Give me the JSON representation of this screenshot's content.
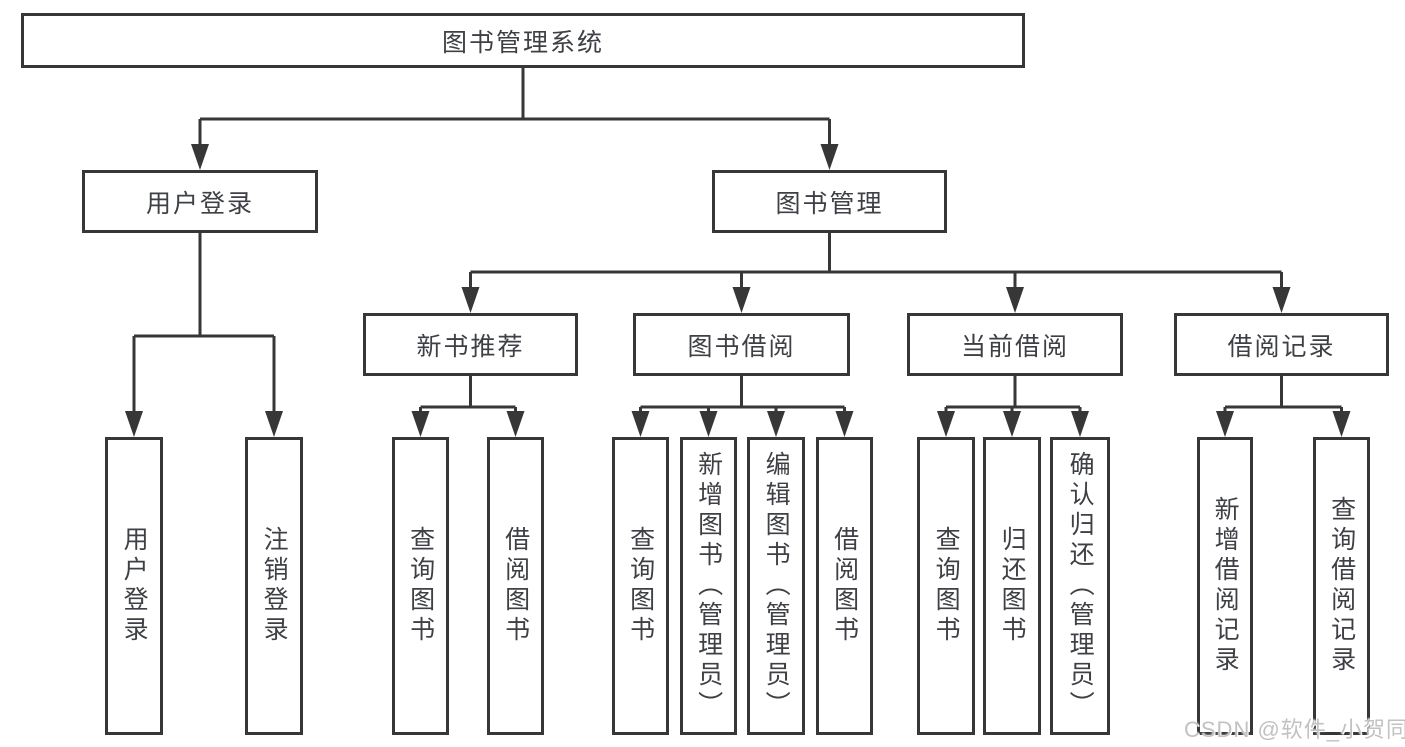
{
  "diagram": {
    "title": "图书管理系统",
    "nodes": [
      {
        "id": "root",
        "label": "图书管理系统"
      },
      {
        "id": "user-login",
        "label": "用户登录"
      },
      {
        "id": "book-mgmt",
        "label": "图书管理"
      },
      {
        "id": "new-book-rec",
        "label": "新书推荐"
      },
      {
        "id": "book-borrow",
        "label": "图书借阅"
      },
      {
        "id": "current-borrow",
        "label": "当前借阅"
      },
      {
        "id": "borrow-records",
        "label": "借阅记录"
      },
      {
        "id": "leaf-user-login",
        "label": "用户登录"
      },
      {
        "id": "leaf-logout",
        "label": "注销登录"
      },
      {
        "id": "leaf-rec-query",
        "label": "查询图书"
      },
      {
        "id": "leaf-rec-borrow",
        "label": "借阅图书"
      },
      {
        "id": "leaf-bb-query",
        "label": "查询图书"
      },
      {
        "id": "leaf-bb-add",
        "label": "新增图书（管理员）"
      },
      {
        "id": "leaf-bb-edit",
        "label": "编辑图书（管理员）"
      },
      {
        "id": "leaf-bb-borrow",
        "label": "借阅图书"
      },
      {
        "id": "leaf-cb-query",
        "label": "查询图书"
      },
      {
        "id": "leaf-cb-return",
        "label": "归还图书"
      },
      {
        "id": "leaf-cb-confirm",
        "label": "确认归还（管理员）"
      },
      {
        "id": "leaf-br-add",
        "label": "新增借阅记录"
      },
      {
        "id": "leaf-br-query",
        "label": "查询借阅记录"
      }
    ],
    "hierarchy": {
      "root": [
        "user-login",
        "book-mgmt"
      ],
      "user-login": [
        "leaf-user-login",
        "leaf-logout"
      ],
      "book-mgmt": [
        "new-book-rec",
        "book-borrow",
        "current-borrow",
        "borrow-records"
      ],
      "new-book-rec": [
        "leaf-rec-query",
        "leaf-rec-borrow"
      ],
      "book-borrow": [
        "leaf-bb-query",
        "leaf-bb-add",
        "leaf-bb-edit",
        "leaf-bb-borrow"
      ],
      "current-borrow": [
        "leaf-cb-query",
        "leaf-cb-return",
        "leaf-cb-confirm"
      ],
      "borrow-records": [
        "leaf-br-add",
        "leaf-br-query"
      ]
    }
  },
  "watermark": "CSDN @软件_小贺同学",
  "colors": {
    "line": "#373737",
    "box_border": "#373737",
    "text": "#3e4045",
    "watermark": "#c2c2c2",
    "background": "#ffffff"
  }
}
